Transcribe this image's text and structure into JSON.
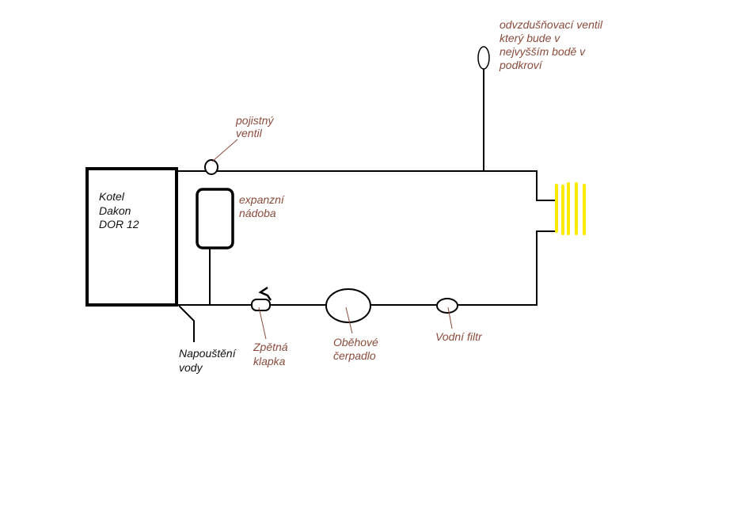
{
  "labels": {
    "boiler": [
      "Kotel",
      "Dakon",
      "DOR 12"
    ],
    "safety_valve": [
      "pojistný",
      "ventil"
    ],
    "expansion_vessel": [
      "expanzní",
      "nádoba"
    ],
    "air_vent": [
      "odvzdušňovací ventil",
      "který bude v",
      "nejvyšším bodě v",
      "podkroví"
    ],
    "water_fill": [
      "Napouštění",
      "vody"
    ],
    "check_valve": [
      "Zpětná",
      "klapka"
    ],
    "pump": [
      "Oběhové",
      "čerpadlo"
    ],
    "water_filter": [
      "Vodní filtr"
    ]
  },
  "colors": {
    "label": "#8a4b3b",
    "radiator": "#ffeb00",
    "lines": "#000000"
  }
}
